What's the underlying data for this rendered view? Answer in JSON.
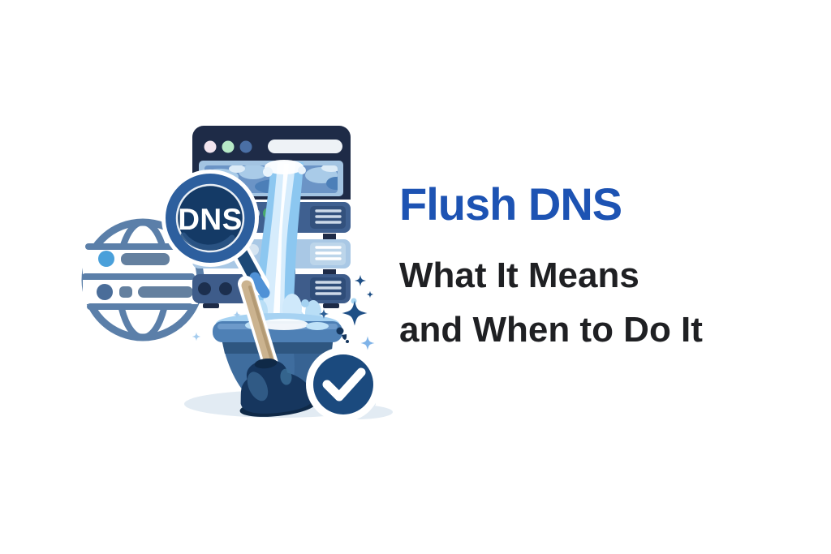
{
  "banner": {
    "background": "#ffffff",
    "title": {
      "text": "Flush DNS",
      "color": "#1d53b3"
    },
    "subtitle": {
      "line1": "What It Means",
      "line2": "and When to Do It",
      "color": "#1f2023"
    }
  },
  "illustration": {
    "magnifier_label": "DNS",
    "colors": {
      "navy_chassis": "#1e2b47",
      "magnifier_rim": "#2d5f9e",
      "magnifier_glass": "#143a66",
      "server_row_slate": "#3f6090",
      "server_row_light": "#a9c8e5",
      "water_body": "#d6ecfc",
      "water_edge": "#8cc7f0",
      "bucket_blue": "#3f6d9e",
      "globe_stroke": "#5b7fa9",
      "status_green": "#4aa96c",
      "dot_pink": "#f2e4ee",
      "dot_mint": "#b7e9c7",
      "dot_blue": "#4a6fa5",
      "wood_tan": "#cbb38f",
      "badge_navy": "#1b4a7e",
      "sparkle_navy": "#1e4f86",
      "sparkle_light": "#7fb3e8",
      "shadow": "#e2ebf3"
    }
  }
}
